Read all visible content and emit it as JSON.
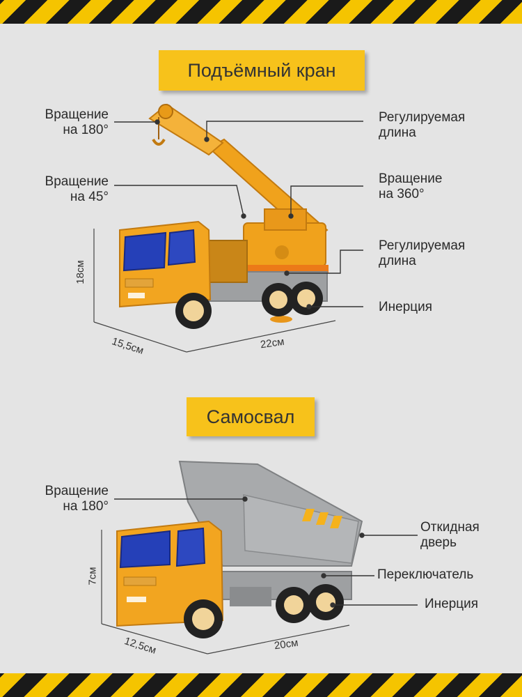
{
  "colors": {
    "accent": "#f7c21b",
    "truck": "#f0a21c",
    "body_gray": "#9ea0a2",
    "stripe_black": "#1a1a1a"
  },
  "crane": {
    "title": "Подъёмный кран",
    "labels": {
      "rot180": [
        "Вращение",
        "на 180°"
      ],
      "rot45": [
        "Вращение",
        "на 45°"
      ],
      "len_top": [
        "Регулируемая",
        "длина"
      ],
      "rot360": [
        "Вращение",
        "на 360°"
      ],
      "len_bottom": [
        "Регулируемая",
        "длина"
      ],
      "inertia": "Инерция"
    },
    "dims": {
      "height": "18см",
      "depth": "15,5см",
      "length": "22см"
    }
  },
  "dump": {
    "title": "Самосвал",
    "labels": {
      "rot180": [
        "Вращение",
        "на 180°"
      ],
      "door": [
        "Откидная",
        "дверь"
      ],
      "switch": "Переключатель",
      "inertia": "Инерция"
    },
    "dims": {
      "height": "7см",
      "depth": "12,5см",
      "length": "20см"
    }
  }
}
